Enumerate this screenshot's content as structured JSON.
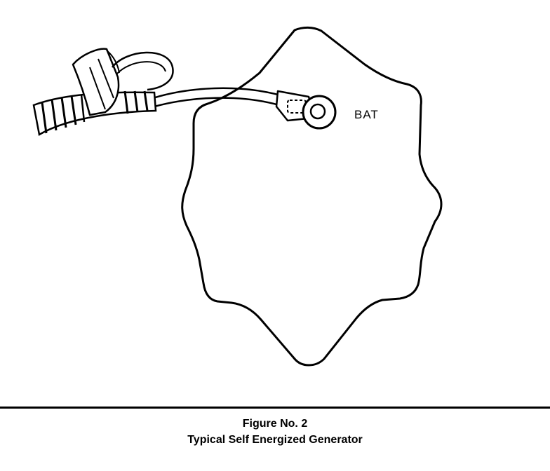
{
  "diagram": {
    "terminal_label": "BAT"
  },
  "caption": {
    "number": "Figure No. 2",
    "title": "Typical Self Energized Generator"
  },
  "colors": {
    "ink": "#000000",
    "paper": "#ffffff"
  }
}
